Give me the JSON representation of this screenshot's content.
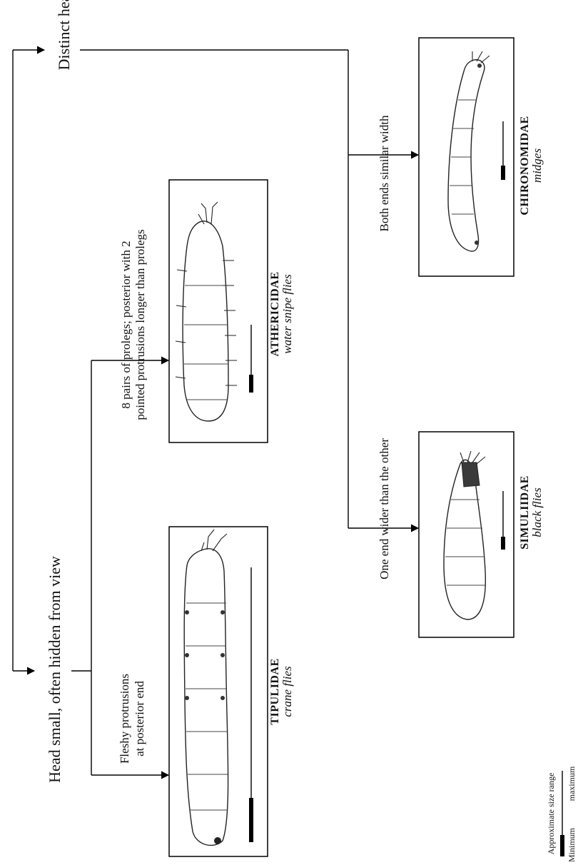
{
  "key": {
    "branch_head_small": "Head small, often hidden from view",
    "branch_distinct_head": "Distinct head",
    "lead_fleshy_line1": "Fleshy protrusions",
    "lead_fleshy_line2": "at posterior end",
    "lead_prolegs_line1": "8 pairs of prolegs; posterior with 2",
    "lead_prolegs_line2": "pointed protrusions longer than prolegs",
    "lead_one_end_wider": "One end wider than the other",
    "lead_both_ends_similar": "Both ends similar width"
  },
  "families": [
    {
      "id": "tipulidae",
      "name": "TIPULIDAE",
      "common": "crane flies"
    },
    {
      "id": "athericidae",
      "name": "ATHERICIDAE",
      "common": "water snipe flies"
    },
    {
      "id": "simuliidae",
      "name": "SIMULIIDAE",
      "common": "black flies"
    },
    {
      "id": "chironomidae",
      "name": "CHIRONOMIDAE",
      "common": "midges"
    }
  ],
  "legend": {
    "title": "Approximate size range",
    "min_label": "Minimum",
    "max_label": "maximum"
  },
  "colors": {
    "lines": "#000000",
    "background": "#ffffff",
    "head_capsule_dark": "#3a3a3a"
  }
}
